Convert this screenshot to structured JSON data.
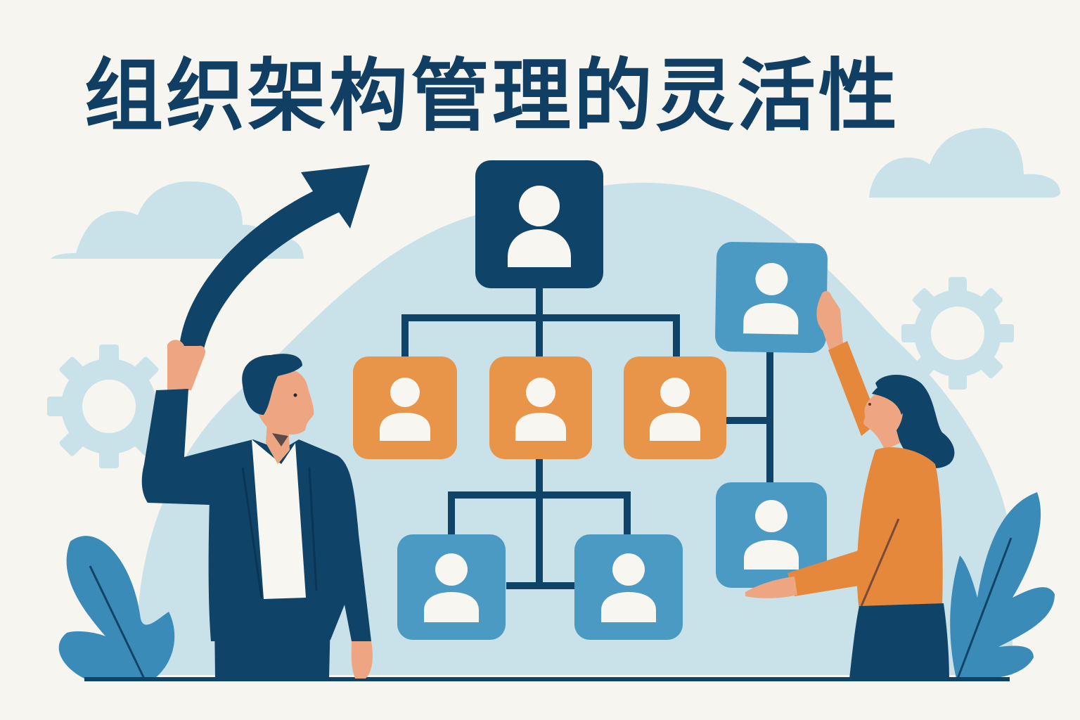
{
  "title": "组织架构管理的灵活性",
  "colors": {
    "background": "#f7f5f0",
    "title": "#113f64",
    "navy": "#0f4468",
    "orange": "#e8954a",
    "mid_blue": "#4b9ac4",
    "light_blue": "#c9e2ea",
    "leaf_blue": "#3a8bb8",
    "skin": "#eda681",
    "white": "#f8f6f1"
  },
  "org_chart": {
    "top": {
      "role": "leader",
      "color": "navy"
    },
    "middle": [
      {
        "role": "team-member-1",
        "color": "orange"
      },
      {
        "role": "team-member-2",
        "color": "orange"
      },
      {
        "role": "team-member-3",
        "color": "orange"
      }
    ],
    "bottom": [
      {
        "role": "sub-member-1",
        "color": "mid_blue"
      },
      {
        "role": "sub-member-2",
        "color": "mid_blue"
      }
    ],
    "side_branch": [
      {
        "role": "moved-member-top",
        "color": "mid_blue"
      },
      {
        "role": "moved-member-bottom",
        "color": "mid_blue"
      }
    ]
  },
  "icons": [
    "person-icon",
    "gear-icon",
    "cloud-icon",
    "arrow-up-right-icon",
    "leaf-icon"
  ]
}
